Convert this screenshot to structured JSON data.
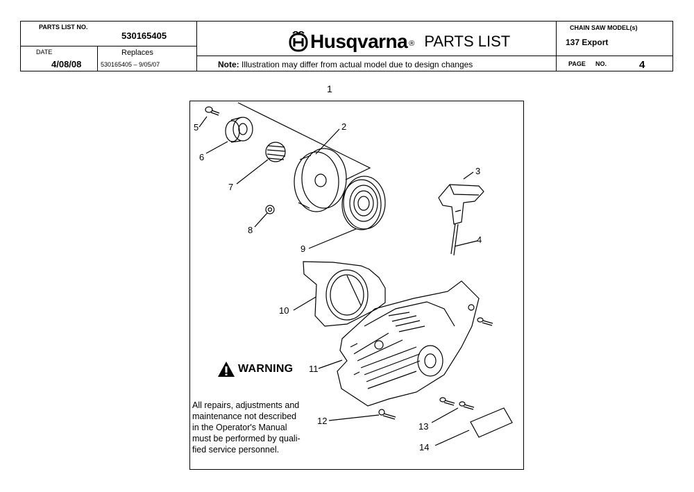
{
  "header": {
    "parts_list_no_label": "PARTS LIST NO.",
    "parts_list_no": "530165405",
    "date_label": "DATE",
    "date": "4/08/08",
    "replaces_label": "Replaces",
    "replaces": "530165405 – 9/05/07",
    "brand": "Husqvarna",
    "registered": "®",
    "title": "PARTS LIST",
    "note_bold": "Note:",
    "note": "Illustration may differ from actual model due to design changes",
    "model_label": "CHAIN SAW MODEL(s)",
    "model": "137 Export",
    "page_label": "PAGE",
    "page_no_label": "NO.",
    "page_no": "4"
  },
  "figure": {
    "number": "1",
    "callouts": [
      "2",
      "3",
      "4",
      "5",
      "6",
      "7",
      "8",
      "9",
      "10",
      "11",
      "12",
      "13",
      "14"
    ]
  },
  "warning": {
    "title": "WARNING",
    "lines": [
      "All repairs, adjustments and",
      "maintenance not described",
      "in the Operator's Manual",
      "must be performed by quali-",
      "fied service personnel."
    ]
  }
}
